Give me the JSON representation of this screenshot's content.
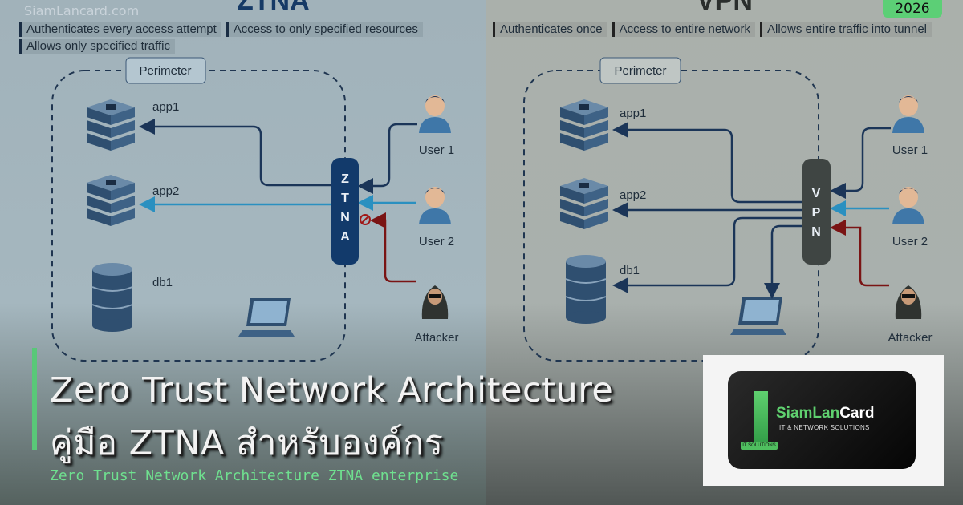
{
  "watermark": "SiamLancard.com",
  "year_badge": "2026",
  "colors": {
    "accent_green": "#5ccf76",
    "ztna_blue": "#123a6b",
    "vpn_gray": "#3f4543",
    "attacker_red": "#7a1414",
    "user_arrow": "#2a90c0"
  },
  "ztna": {
    "heading": "ZTNA",
    "perimeter": "Perimeter",
    "gateway": [
      "Z",
      "T",
      "N",
      "A"
    ],
    "resources": [
      "app1",
      "app2",
      "db1"
    ],
    "users": [
      "User 1",
      "User 2",
      "Attacker"
    ],
    "features": [
      "Authenticates every access attempt",
      "Access to only specified resources",
      "Allows only specified traffic"
    ]
  },
  "vpn": {
    "heading": "VPN",
    "perimeter": "Perimeter",
    "gateway": [
      "V",
      "P",
      "N"
    ],
    "resources": [
      "app1",
      "app2",
      "db1"
    ],
    "users": [
      "User 1",
      "User 2",
      "Attacker"
    ],
    "features": [
      "Authenticates once",
      "Access to entire network",
      "Allows entire traffic into tunnel"
    ]
  },
  "overlay": {
    "title_line1": "Zero Trust Network Architecture",
    "title_line2": "คู่มือ ZTNA สำหรับองค์กร",
    "subtitle": "Zero Trust Network Architecture ZTNA enterprise"
  },
  "logo": {
    "name_green": "SiamLan",
    "name_white": "Card",
    "tagline": "IT & NETWORK SOLUTIONS",
    "tag": "IT SOLUTIONS"
  }
}
